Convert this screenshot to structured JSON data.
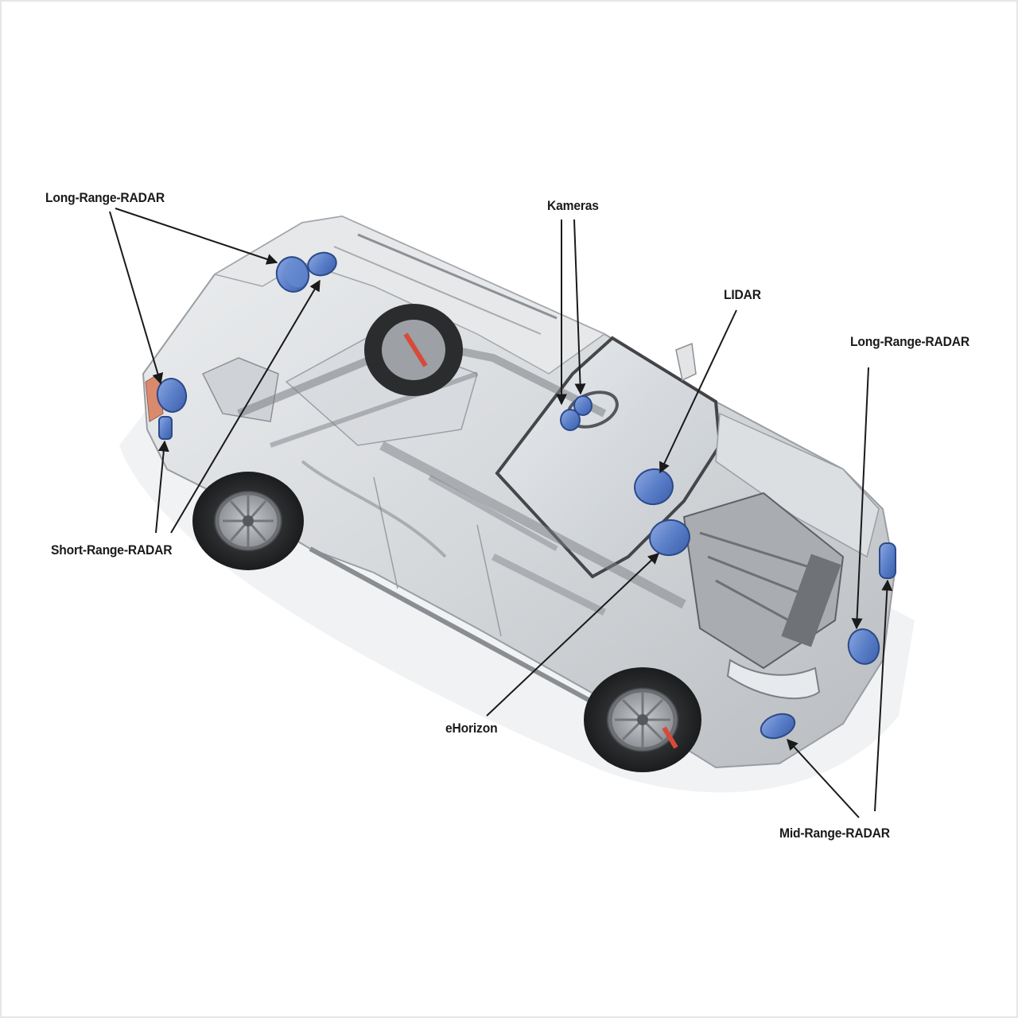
{
  "labels": {
    "long_range_radar_rear": "Long-Range-RADAR",
    "kameras": "Kameras",
    "lidar": "LIDAR",
    "long_range_radar_front": "Long-Range-RADAR",
    "short_range_radar": "Short-Range-RADAR",
    "ehorizon": "eHorizon",
    "mid_range_radar": "Mid-Range-RADAR"
  },
  "colors": {
    "sensor_blue": "#5b7fc9",
    "sensor_blue_dark": "#3b5ea8",
    "car_silver": "#d4d6d9",
    "leader_line": "#1a1a1a"
  },
  "icons": {
    "sensor": "sensor-puck-icon",
    "car": "suv-cutaway-illustration"
  }
}
